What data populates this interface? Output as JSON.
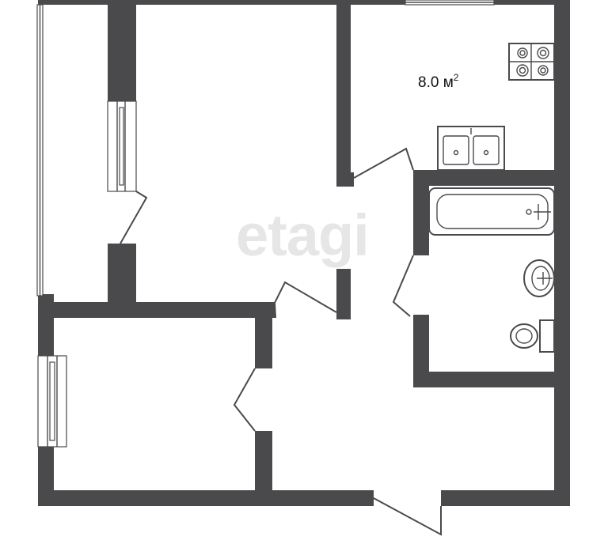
{
  "plan": {
    "kitchen_area": "8.0 м",
    "area_unit_exponent": "2",
    "watermark": "etagi"
  }
}
